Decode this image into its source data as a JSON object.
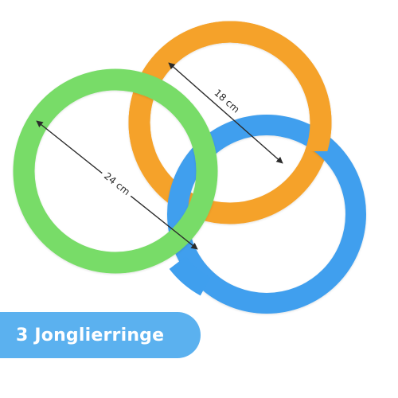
{
  "product": {
    "rings": [
      {
        "name": "orange-ring",
        "color": "#f5a22a",
        "diameter_label": "18 cm"
      },
      {
        "name": "green-ring",
        "color": "#78dc67",
        "diameter_label": "24 cm"
      },
      {
        "name": "blue-ring",
        "color": "#3f9fee"
      }
    ]
  },
  "badge": {
    "text": "3 Jonglierringe",
    "color": "#5bb1ef"
  }
}
